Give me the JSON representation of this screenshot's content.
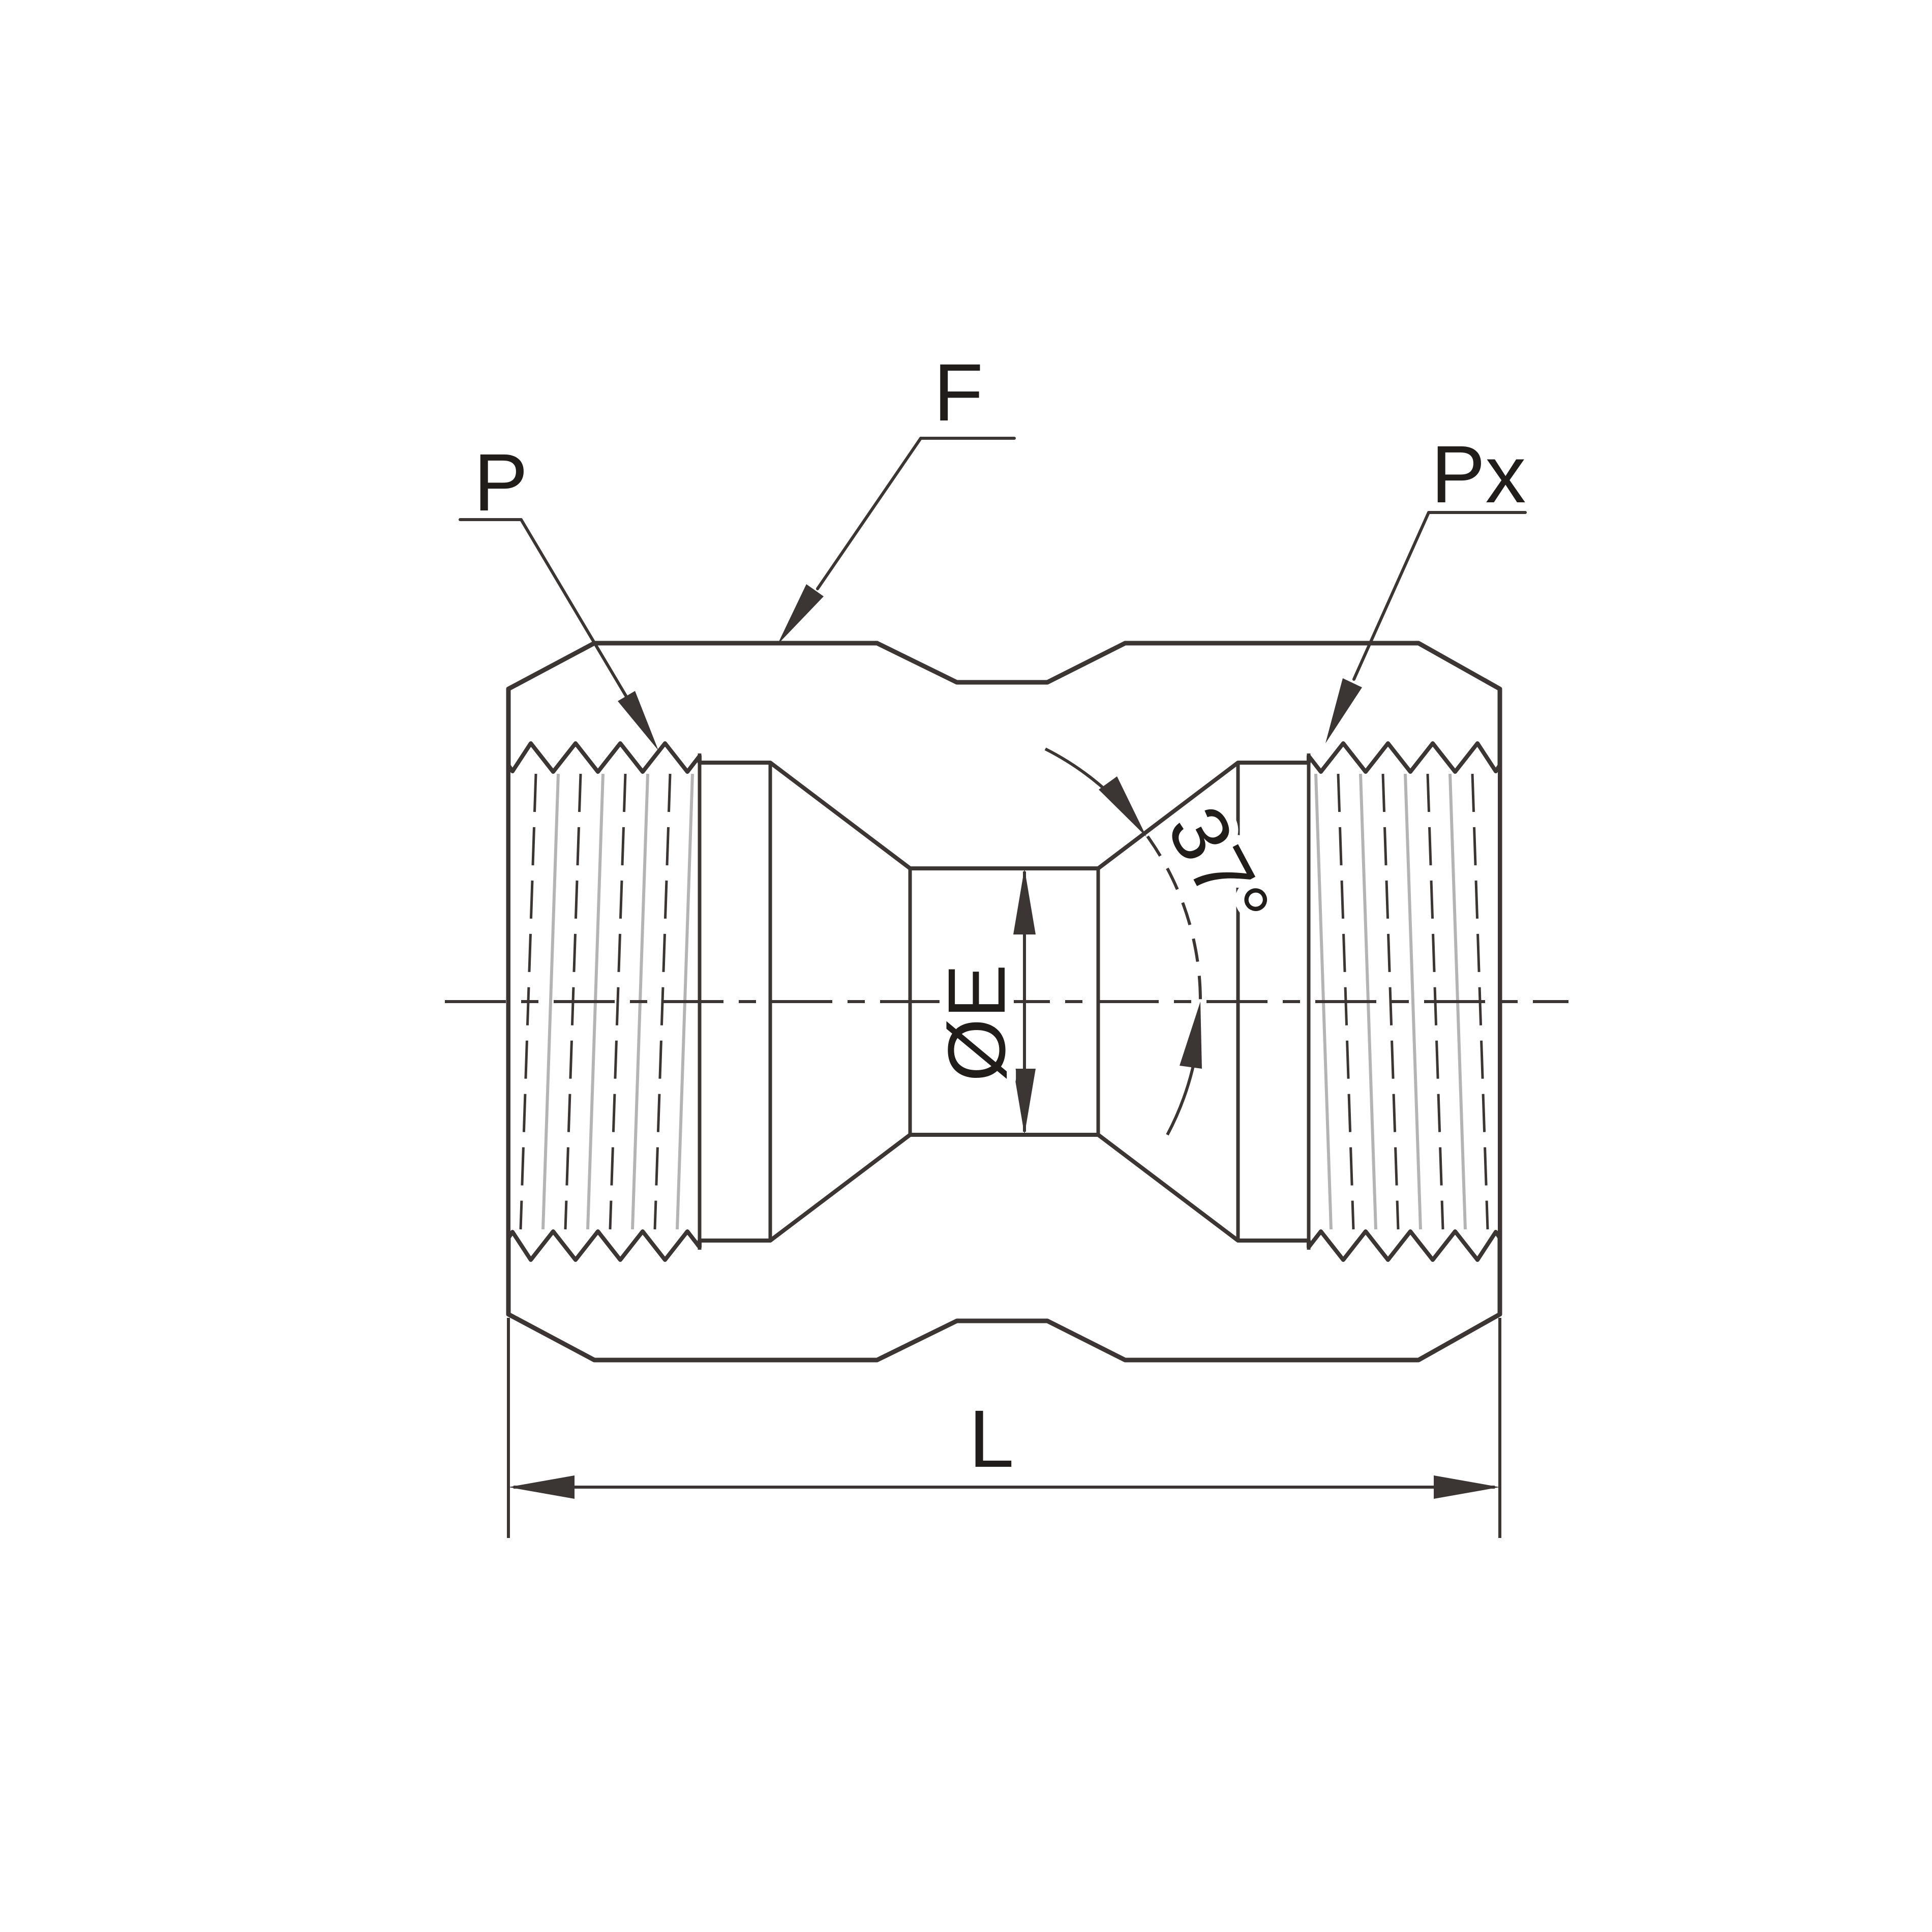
{
  "drawing": {
    "kind": "technical-section-drawing",
    "subject": "female pipe coupling / union fitting cross-section with 37 degree flare seats",
    "background": "#ffffff"
  },
  "labels": {
    "thread_left": "P",
    "wrench_flat": "F",
    "thread_right": "Px",
    "flare_angle": "37°",
    "bore_diameter": "ØE",
    "overall_length": "L"
  },
  "colors": {
    "body_fill": "#c9c9c9",
    "line": "#3b3534",
    "text": "#211d1a",
    "thread_light_line": "#b4b4b4",
    "background": "#ffffff"
  }
}
